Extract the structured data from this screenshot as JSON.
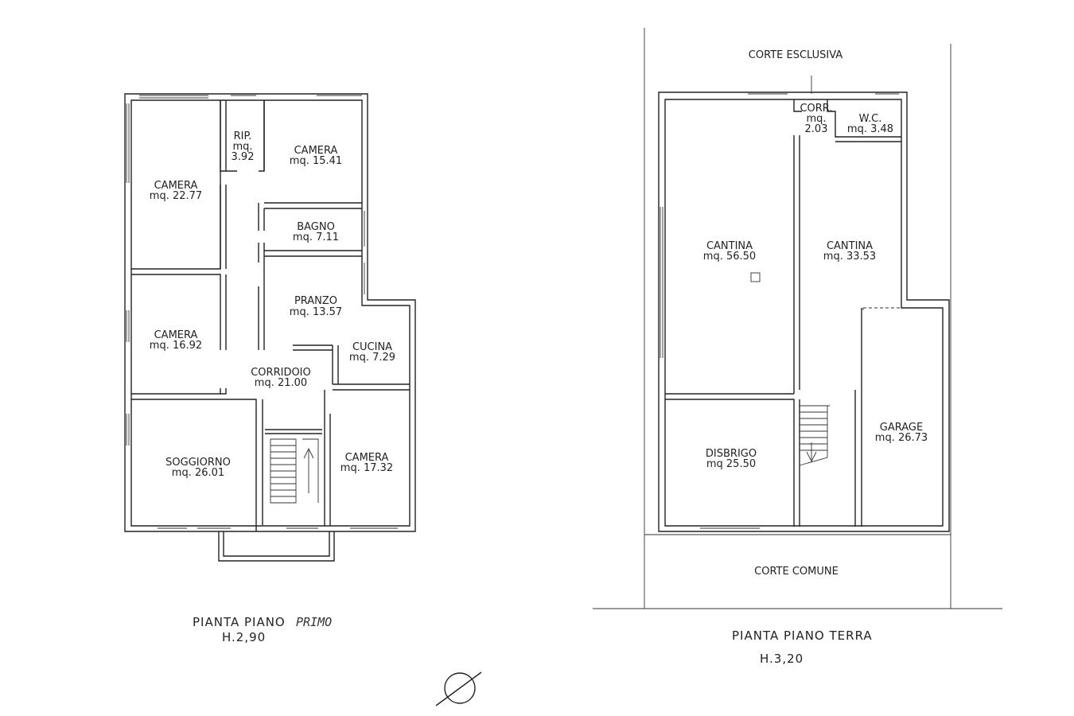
{
  "first_floor": {
    "title": "PIANTA PIANO",
    "title_handwritten": "PRIMO",
    "height": "H.2,90",
    "rooms": [
      {
        "name": "CAMERA",
        "area": "mq. 22.77"
      },
      {
        "name": "RIP.",
        "area_label": "mq.",
        "area": "3.92"
      },
      {
        "name": "CAMERA",
        "area": "mq. 15.41"
      },
      {
        "name": "BAGNO",
        "area": "mq. 7.11"
      },
      {
        "name": "PRANZO",
        "area": "mq. 13.57"
      },
      {
        "name": "CUCINA",
        "area": "mq. 7.29"
      },
      {
        "name": "CAMERA",
        "area": "mq. 16.92"
      },
      {
        "name": "CORRIDOIO",
        "area": "mq. 21.00"
      },
      {
        "name": "SOGGIORNO",
        "area": "mq. 26.01"
      },
      {
        "name": "CAMERA",
        "area": "mq. 17.32"
      }
    ]
  },
  "ground_floor": {
    "title": "PIANTA PIANO TERRA",
    "height": "H.3,20",
    "top_area": "CORTE ESCLUSIVA",
    "bottom_area": "CORTE COMUNE",
    "rooms": [
      {
        "name": "CORR.",
        "area_label": "mq.",
        "area": "2.03"
      },
      {
        "name": "W.C.",
        "area": "mq. 3.48"
      },
      {
        "name": "CANTINA",
        "area": "mq. 56.50"
      },
      {
        "name": "CANTINA",
        "area": "mq. 33.53"
      },
      {
        "name": "DISBRIGO",
        "area": "mq 25.50"
      },
      {
        "name": "GARAGE",
        "area": "mq. 26.73"
      }
    ]
  }
}
